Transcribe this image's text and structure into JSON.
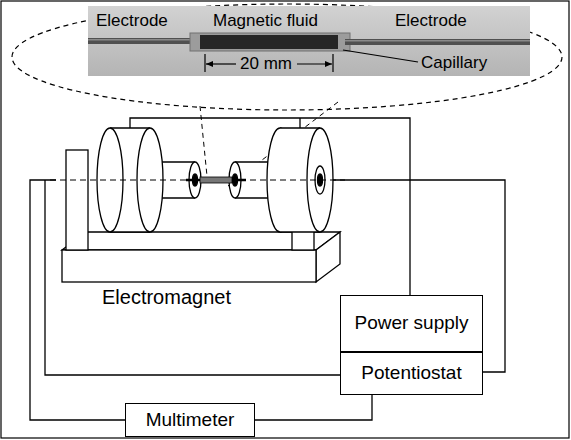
{
  "diagram": {
    "nodes": [
      {
        "text": [
          "Power supply"
        ]
      },
      {
        "text": [
          "Potentiostat"
        ]
      },
      {
        "text": [
          "Multimeter"
        ]
      }
    ],
    "edges": [
      {
        "from": 2,
        "to": 1,
        "arrow": "none"
      }
    ],
    "labels": [
      "Electrode",
      "Magnetic fluid",
      "Electrode",
      "20 mm",
      "Capillary",
      "Electromagnet"
    ]
  }
}
